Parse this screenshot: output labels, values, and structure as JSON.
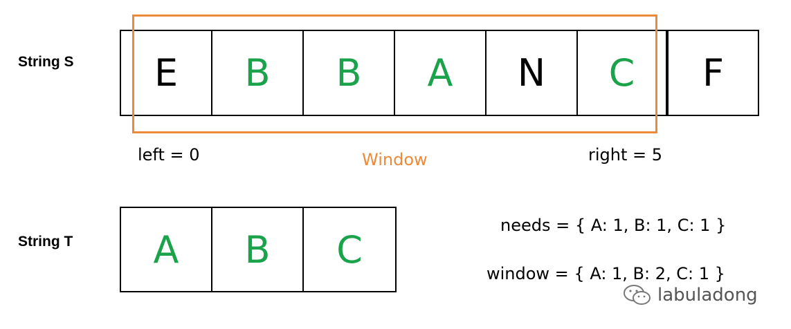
{
  "colors": {
    "match": "#1aa34a",
    "plain": "#000000",
    "window": "#ed8a3a"
  },
  "string_s": {
    "label": "String S",
    "chars": [
      {
        "ch": "E",
        "match": false
      },
      {
        "ch": "B",
        "match": true
      },
      {
        "ch": "B",
        "match": true
      },
      {
        "ch": "A",
        "match": true
      },
      {
        "ch": "N",
        "match": false
      },
      {
        "ch": "C",
        "match": true
      },
      {
        "ch": "F",
        "match": false
      }
    ]
  },
  "pointers": {
    "left": "left = 0",
    "right": "right = 5",
    "window": "Window"
  },
  "string_t": {
    "label": "String T",
    "chars": [
      {
        "ch": "A",
        "match": true
      },
      {
        "ch": "B",
        "match": true
      },
      {
        "ch": "C",
        "match": true
      }
    ]
  },
  "maps": {
    "needs": "needs = { A: 1, B: 1, C: 1 }",
    "window": "window = { A: 1, B: 2, C: 1 }"
  },
  "watermark": {
    "text": "labuladong",
    "icon": "wechat-icon"
  }
}
